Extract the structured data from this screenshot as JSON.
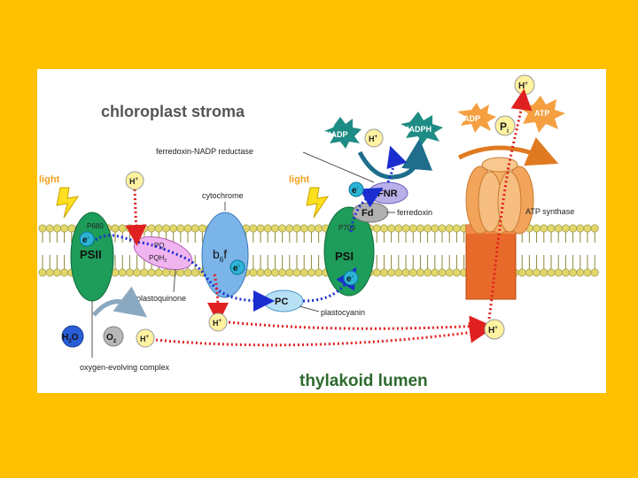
{
  "colors": {
    "background": "#FFC000",
    "panel": "#FFFFFF",
    "membrane_head": "#E2D66A",
    "membrane_tail": "#8D8A3A",
    "photosystem": "#1E9C5A",
    "cytochrome": "#7BB4E8",
    "plastoquinone": "#F0B4F0",
    "fnr": "#B8B0E8",
    "ferredoxin": "#B0B0B0",
    "atp_synthase": "#F4A050",
    "atp_stalk": "#E86A2A",
    "electron": "#2CB4D6",
    "proton": "#FFF2A0",
    "blue_path": "#1A2ED0",
    "red_path": "#E02020",
    "nadp": "#1E8C84",
    "atp_burst": "#F4A040"
  },
  "titles": {
    "stroma": "chloroplast stroma",
    "lumen": "thylakoid lumen"
  },
  "labels": {
    "light_left": "light",
    "light_right": "light",
    "p680": "P680",
    "p700": "P700",
    "psii": "PSII",
    "psi": "PSI",
    "pq": "PQ",
    "pqh2_main": "PQH",
    "pqh2_sub": "2",
    "plastoquinone": "plastoquinone",
    "cytochrome": "cytochrome",
    "b6f_b": "b",
    "b6f_sub": "6",
    "b6f_f": "f",
    "pc": "PC",
    "plastocyanin": "plastocyanin",
    "fnr": "FNR",
    "fd": "Fd",
    "ferredoxin": "ferredoxin",
    "fnr_full": "ferredoxin-NADP reductase",
    "nadp": "NADP",
    "nadph": "NADPH",
    "adp": "ADP",
    "pi_main": "P",
    "pi_sub": "i",
    "atp": "ATP",
    "atp_synthase": "ATP synthase",
    "h2o_main": "H",
    "h2o_sub": "2",
    "h2o_o": "O",
    "o2_main": "O",
    "o2_sub": "2",
    "oec": "oxygen-evolving complex",
    "electron": "e",
    "electron_sup": "-",
    "proton": "H",
    "proton_sup": "+"
  }
}
